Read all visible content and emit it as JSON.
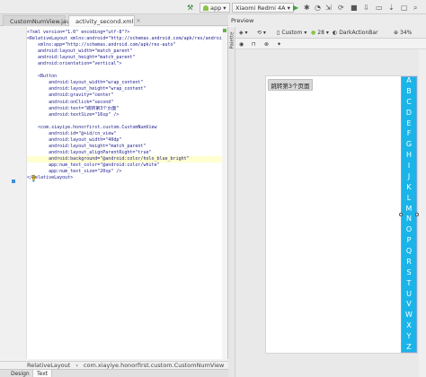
{
  "toolbar": {
    "app_label": "app",
    "device_label": "Xiaomi Redmi 4A"
  },
  "tabs": [
    {
      "label": "CustomNumView.java"
    },
    {
      "label": "activity_second.xml"
    }
  ],
  "preview": {
    "title": "Preview",
    "palette_label": "Palette",
    "bar": {
      "device": "Custom",
      "api": "28",
      "theme": "DarkActionBar",
      "zoom": "34%"
    },
    "button_text": "跳转第3个页面",
    "letters": [
      "A",
      "B",
      "C",
      "D",
      "E",
      "F",
      "G",
      "H",
      "I",
      "J",
      "K",
      "L",
      "M",
      "N",
      "O",
      "P",
      "Q",
      "R",
      "S",
      "T",
      "U",
      "V",
      "W",
      "X",
      "Y",
      "Z"
    ]
  },
  "code_lines": [
    "<?xml version=\"1.0\" encoding=\"utf-8\"?>",
    "<RelativeLayout xmlns:android=\"http://schemas.android.com/apk/res/android\"",
    "    xmlns:app=\"http://schemas.android.com/apk/res-auto\"",
    "    android:layout_width=\"match_parent\"",
    "    android:layout_height=\"match_parent\"",
    "    android:orientation=\"vertical\">",
    "",
    "    <Button",
    "        android:layout_width=\"wrap_content\"",
    "        android:layout_height=\"wrap_content\"",
    "        android:gravity=\"center\"",
    "        android:onClick=\"second\"",
    "        android:text=\"跳转第3个页面\"",
    "        android:textSize=\"16sp\" />",
    "",
    "    <com.xiayiye.honorfirst.custom.CustomNumView",
    "        android:id=\"@+id/cn_view\"",
    "        android:layout_width=\"40dp\"",
    "        android:layout_height=\"match_parent\"",
    "        android:layout_alignParentRight=\"true\"",
    "        android:background=\"@android:color/holo_blue_bright\"",
    "        app:num_text_color=\"@android:color/white\"",
    "        app:num_text_size=\"20sp\" />",
    "</RelativeLayout>"
  ],
  "breadcrumb": [
    "RelativeLayout",
    "com.xiayiye.honorfirst.custom.CustomNumView"
  ],
  "bottom_tabs": [
    "Design",
    "Text"
  ]
}
